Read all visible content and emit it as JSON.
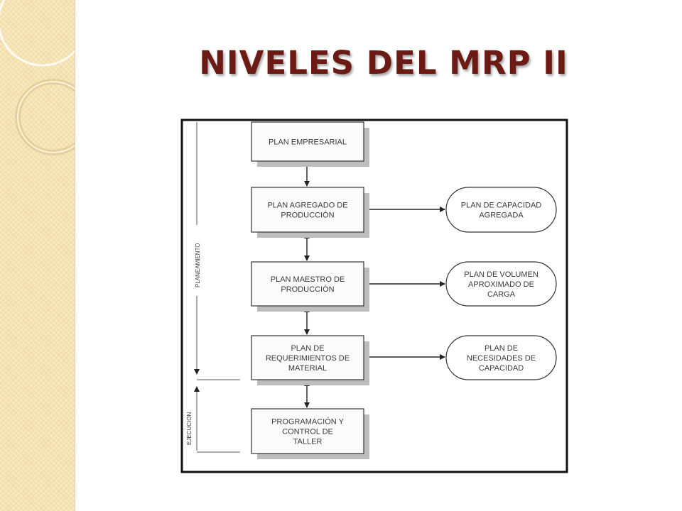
{
  "slide": {
    "title": "NIVELES DEL MRP II"
  },
  "diagram": {
    "levels": [
      {
        "id": "plan-empresarial",
        "lines": [
          "PLAN EMPRESARIAL"
        ]
      },
      {
        "id": "plan-agregado",
        "lines": [
          "PLAN  AGREGADO DE",
          "PRODUCCIÓN"
        ]
      },
      {
        "id": "plan-maestro",
        "lines": [
          "PLAN MAESTRO DE",
          "PRODUCCIÓN"
        ]
      },
      {
        "id": "plan-requerimientos",
        "lines": [
          "PLAN DE",
          "REQUERIMIENTOS DE",
          "MATERIAL"
        ]
      },
      {
        "id": "programacion-control",
        "lines": [
          "PROGRAMACIÓN Y",
          "CONTROL DE",
          "TALLER"
        ]
      }
    ],
    "capacity_plans": [
      {
        "id": "plan-capacidad-agregada",
        "lines": [
          "PLAN DE CAPACIDAD",
          "AGREGADA"
        ]
      },
      {
        "id": "plan-volumen-carga",
        "lines": [
          "PLAN DE VOLUMEN",
          "APROXIMADO DE",
          "CARGA"
        ]
      },
      {
        "id": "plan-necesidades-capacidad",
        "lines": [
          "PLAN DE",
          "NECESIDADES DE",
          "CAPACIDAD"
        ]
      }
    ],
    "side_labels": {
      "planning": "PLANEAMIENTO",
      "execution": "EJECUCION"
    }
  }
}
